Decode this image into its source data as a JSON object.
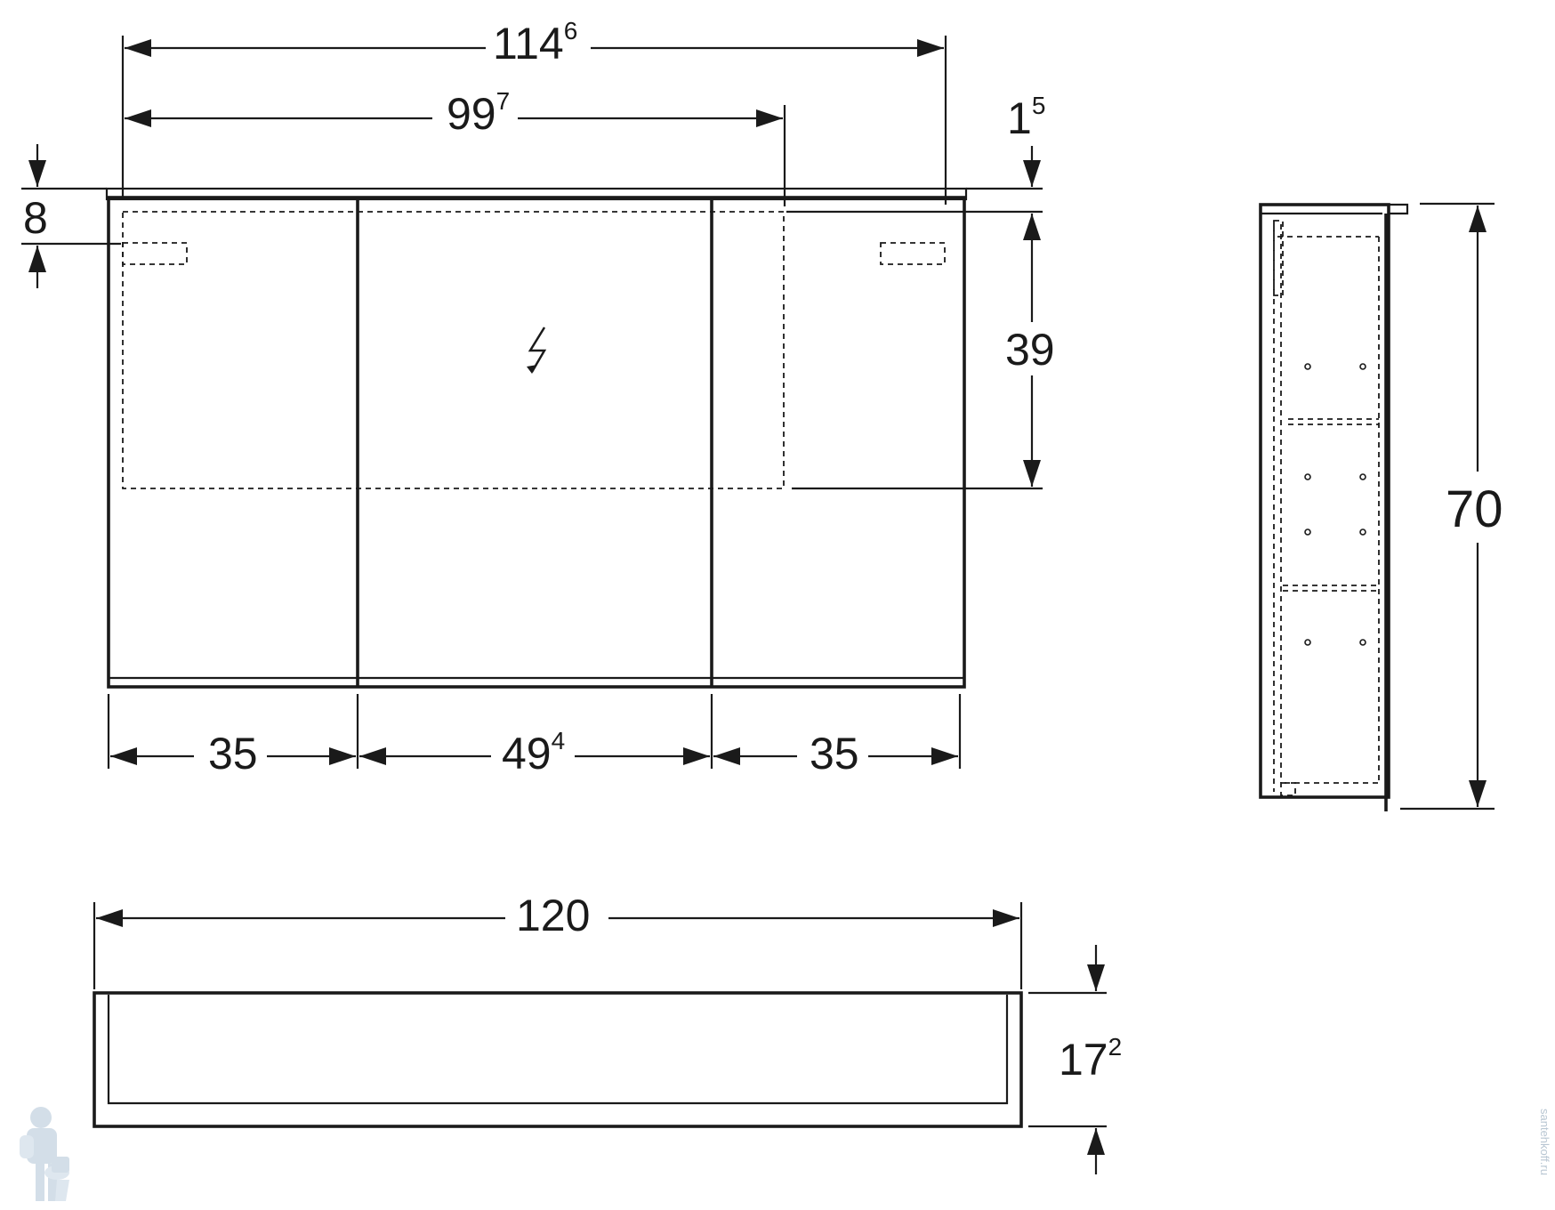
{
  "dimensions": {
    "overall_width": {
      "main": "114",
      "sup": "6"
    },
    "mirror_width": {
      "main": "99",
      "sup": "7"
    },
    "top_step": {
      "main": "1",
      "sup": "5"
    },
    "light_height": {
      "main": "8",
      "sup": ""
    },
    "mirror_height": {
      "main": "39",
      "sup": ""
    },
    "door_left": {
      "main": "35",
      "sup": ""
    },
    "door_center": {
      "main": "49",
      "sup": "4"
    },
    "door_right": {
      "main": "35",
      "sup": ""
    },
    "side_height": {
      "main": "70",
      "sup": ""
    },
    "plan_width": {
      "main": "120",
      "sup": ""
    },
    "plan_depth": {
      "main": "17",
      "sup": "2"
    }
  },
  "watermark": {
    "text": "santehkoff.ru"
  },
  "icons": {
    "power": "lightning-icon"
  },
  "colors": {
    "line": "#1a1a1a",
    "background": "#ffffff",
    "watermark": "#b9c7d3"
  }
}
